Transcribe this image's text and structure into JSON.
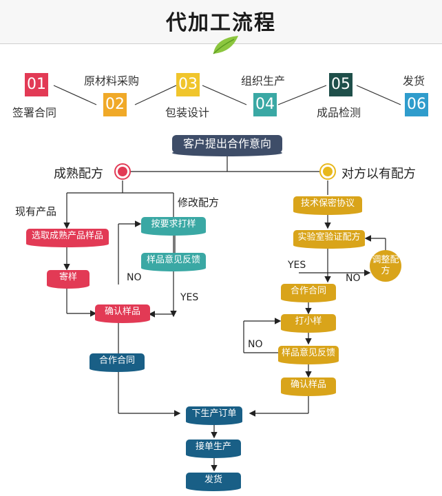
{
  "title": "代加工流程",
  "steps": [
    {
      "num": "01",
      "label": "签署合同",
      "color": "#e23a55"
    },
    {
      "num": "02",
      "label": "原材料采购",
      "color": "#f0a928"
    },
    {
      "num": "03",
      "label": "包装设计",
      "color": "#f0c52c"
    },
    {
      "num": "04",
      "label": "组织生产",
      "color": "#3aa8a4"
    },
    {
      "num": "05",
      "label": "成品检测",
      "color": "#1f4f4a"
    },
    {
      "num": "06",
      "label": "发货",
      "color": "#2f9ccc"
    }
  ],
  "flow": {
    "start": "客户提出合作意向",
    "left_branch": "成熟配方",
    "right_branch": "对方以有配方",
    "existing_product": "现有产品",
    "modify_formula": "修改配方",
    "select_sample": "选取成熟产品样品",
    "send_sample": "寄样",
    "proof_by_requirement": "按要求打样",
    "left_feedback": "样品意见反馈",
    "left_no": "NO",
    "left_yes": "YES",
    "left_confirm": "确认样品",
    "left_contract": "合作合同",
    "tech_agreement": "技术保密协议",
    "lab_verify": "实验室验证配方",
    "adjust": "调整配方",
    "right_yes": "YES",
    "right_no": "NO",
    "right_contract": "合作合同",
    "small_proof": "打小样",
    "right_no2": "NO",
    "right_feedback": "样品意见反馈",
    "right_confirm": "确认样品",
    "place_order": "下生产订单",
    "produce": "接单生产",
    "ship": "发货"
  }
}
